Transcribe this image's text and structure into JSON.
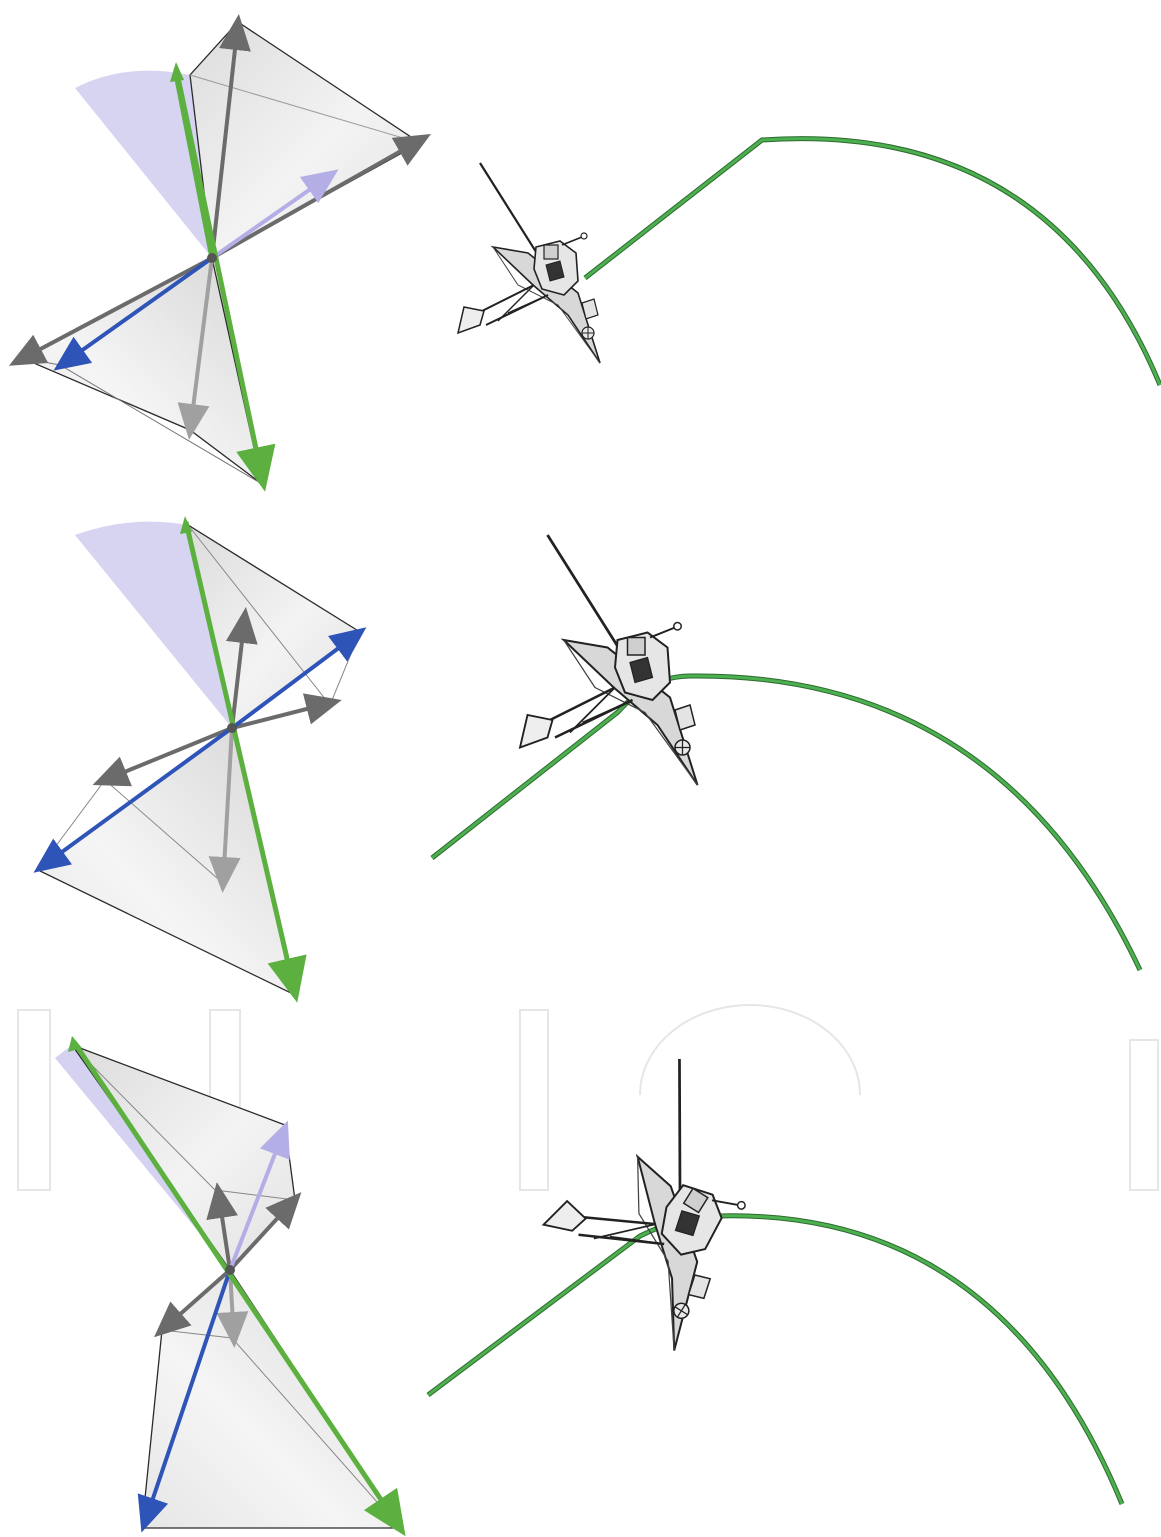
{
  "figure": {
    "panels": [
      {
        "id": "panel-1",
        "description_visible_text": ""
      },
      {
        "id": "panel-2",
        "description_visible_text": ""
      },
      {
        "id": "panel-3",
        "description_visible_text": ""
      }
    ],
    "colors": {
      "trajectory": "#4caf50",
      "trajectory_dark": "#2e6b2e",
      "vector_green": "#5cb040",
      "vector_blue": "#2f54b8",
      "vector_gray": "#6b6b6b",
      "vector_light_gray": "#a0a0a0",
      "vector_lavender": "#b3aee6",
      "cone_fill": "#e9e9e9",
      "cone_fill_light": "#f4f4f4",
      "cone_edge": "#2b2b2b",
      "wedge_lavender": "#c9c6ee",
      "spacecraft_body": "#d9d9d9",
      "spacecraft_edge": "#222222",
      "watermark": "#e6e6e6"
    },
    "icons": [
      "spacecraft-icon"
    ]
  }
}
